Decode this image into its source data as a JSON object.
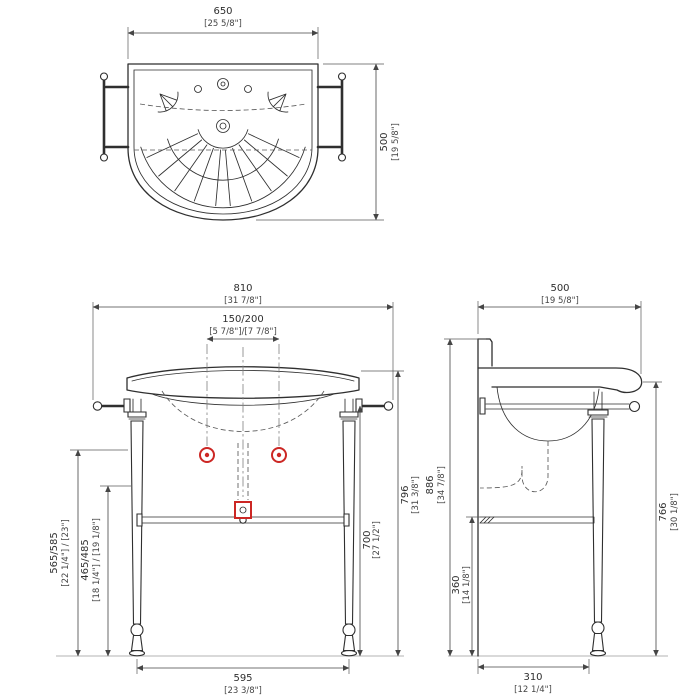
{
  "views": {
    "top": {
      "width": {
        "mm": "650",
        "in": "[25 5/8\"]"
      },
      "depth": {
        "mm": "500",
        "in": "[19 5/8\"]"
      }
    },
    "front": {
      "overall_width": {
        "mm": "810",
        "in": "[31 7/8\"]"
      },
      "tap_spacing": {
        "mm": "150/200",
        "in": "[5 7/8\"]/[7 7/8\"]"
      },
      "rim_height": {
        "mm": "796",
        "in": "[31 3/8\"]"
      },
      "rail_height": {
        "mm": "700",
        "in": "[27 1/2\"]"
      },
      "bar_height_outer": {
        "mm": "565/585",
        "in": "[22 1/4\"] / [23\"]"
      },
      "bar_height_inner": {
        "mm": "465/485",
        "in": "[18 1/4\"] / [19 1/8\"]"
      },
      "leg_spacing": {
        "mm": "595",
        "in": "[23 3/8\"]"
      }
    },
    "side": {
      "depth": {
        "mm": "500",
        "in": "[19 5/8\"]"
      },
      "overall_height": {
        "mm": "886",
        "in": "[34 7/8\"]"
      },
      "front_height": {
        "mm": "766",
        "in": "[30 1/8\"]"
      },
      "shelf_height": {
        "mm": "360",
        "in": "[14 1/8\"]"
      },
      "base_depth": {
        "mm": "310",
        "in": "[12 1/4\"]"
      }
    }
  },
  "colors": {
    "line": "#2f2f2f",
    "dim": "#454545",
    "accent_red": "#cc2724"
  }
}
